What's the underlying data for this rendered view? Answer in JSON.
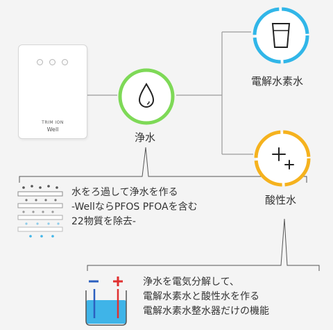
{
  "device": {
    "brand": "TRIM ION",
    "model": "Well"
  },
  "nodes": {
    "filter_label": "浄水",
    "hydrogen_label": "電解水素水",
    "acid_label": "酸性水"
  },
  "filter_text": {
    "line1": "水をろ過して浄水を作る",
    "line2": "-WellならPFOS PFOAを含む",
    "line3": "22物質を除去-"
  },
  "electrolysis_text": {
    "line1": "浄水を電気分解して、",
    "line2": "電解水素水と酸性水を作る",
    "line3": "電解水素水整水器だけの機能"
  },
  "icons": {
    "filter": "water-drop-icon",
    "hydrogen": "water-glass-icon",
    "acid": "sparkle-icon",
    "filtration": "filtration-layers-icon",
    "electrolysis": "electrolysis-beaker-icon"
  },
  "colors": {
    "green": "#7ed957",
    "blue": "#31b6e8",
    "orange": "#f5b21e",
    "minus": "#2b5fbf",
    "plus": "#e03030",
    "water": "#3fb4e8"
  }
}
